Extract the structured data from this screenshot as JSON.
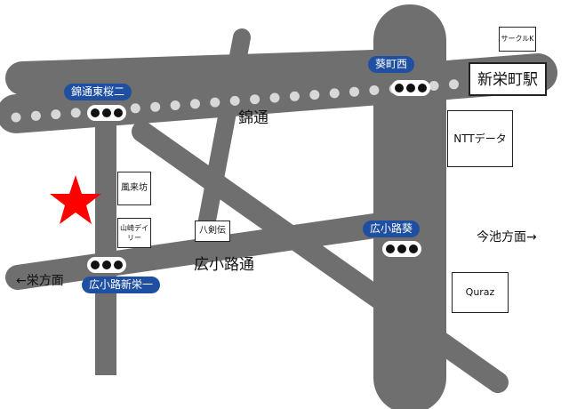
{
  "map": {
    "colors": {
      "road": "#6f6f6f",
      "badge": "#1f4fa0",
      "star": "#ff0000",
      "rail_dot": "#d8d8d8"
    },
    "roads": {
      "kinkidori": "錦通",
      "hirokojidori": "広小路通"
    },
    "directions": {
      "imaike": "今池方面→",
      "sakae": "←栄方面"
    },
    "intersections": {
      "kintori_higashisakura2": "錦通東桜二",
      "aoi_machi_nishi": "葵町西",
      "hirokoji_aoi": "広小路葵",
      "hirokoji_shinsakae1": "広小路新栄一"
    },
    "station": "新栄町駅",
    "landmarks": {
      "circle_k": "サークルK",
      "ntt_data": "NTTデータ",
      "fuuraibou": "風来坊",
      "yamazaki_daily": "山崎デイリー",
      "hakkenden": "八剣伝",
      "quraz": "Quraz"
    },
    "icons": [
      "traffic-signal-icon",
      "star-marker-icon",
      "subway-line-dots"
    ]
  }
}
